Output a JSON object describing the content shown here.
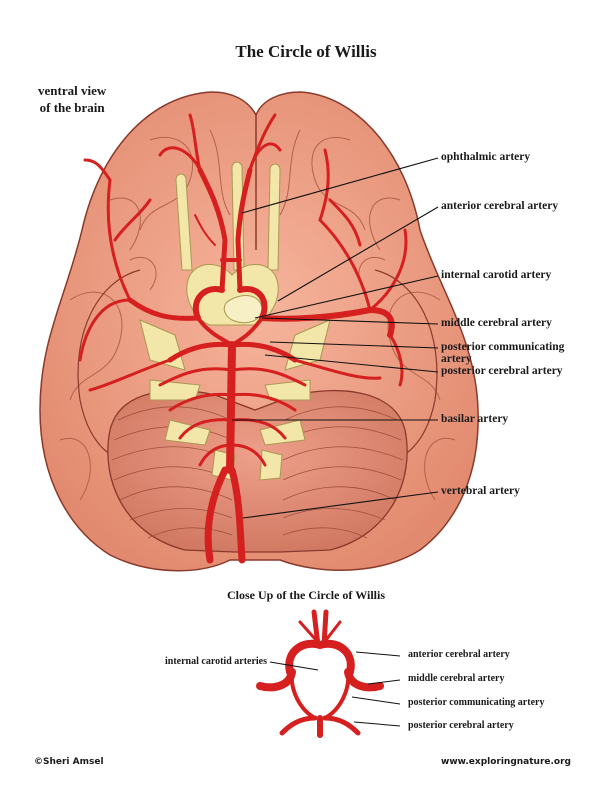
{
  "title": "The Circle of Willis",
  "view_label": [
    "ventral view",
    "of the brain"
  ],
  "main_labels": {
    "ophthalmic": "ophthalmic artery",
    "anterior_cerebral": "anterior cerebral artery",
    "internal_carotid": "internal carotid artery",
    "middle_cerebral": "middle cerebral artery",
    "posterior_communicating": "posterior communicating artery",
    "posterior_cerebral": "posterior cerebral artery",
    "basilar": "basilar artery",
    "vertebral": "vertebral artery"
  },
  "closeup": {
    "title": "Close Up of the Circle of Willis",
    "internal_carotid": "internal carotid arteries",
    "anterior_cerebral": "anterior cerebral artery",
    "middle_cerebral": "middle cerebral artery",
    "posterior_communicating": "posterior communicating artery",
    "posterior_cerebral": "posterior cerebral artery"
  },
  "footer": {
    "copyright": "©Sheri Amsel",
    "website": "www.exploringnature.org"
  },
  "colors": {
    "brain": "#f0a48a",
    "brain_shadow": "#d9826a",
    "cerebellum": "#e8917a",
    "artery": "#d61f1f",
    "nerve": "#f2e6a8"
  }
}
